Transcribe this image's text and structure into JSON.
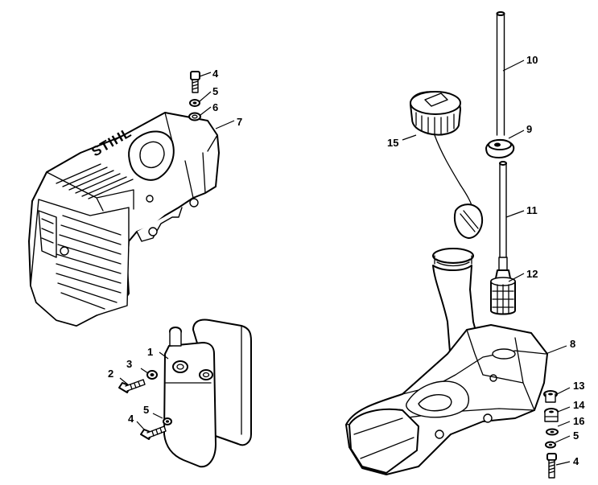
{
  "brand_text": "STIHL",
  "callouts": [
    {
      "id": "c1",
      "number": "1"
    },
    {
      "id": "c2",
      "number": "2"
    },
    {
      "id": "c3",
      "number": "3"
    },
    {
      "id": "c4a",
      "number": "4"
    },
    {
      "id": "c4b",
      "number": "4"
    },
    {
      "id": "c4c",
      "number": "4"
    },
    {
      "id": "c5a",
      "number": "5"
    },
    {
      "id": "c5b",
      "number": "5"
    },
    {
      "id": "c5c",
      "number": "5"
    },
    {
      "id": "c6",
      "number": "6"
    },
    {
      "id": "c7",
      "number": "7"
    },
    {
      "id": "c8",
      "number": "8"
    },
    {
      "id": "c9",
      "number": "9"
    },
    {
      "id": "c10",
      "number": "10"
    },
    {
      "id": "c11",
      "number": "11"
    },
    {
      "id": "c12",
      "number": "12"
    },
    {
      "id": "c13",
      "number": "13"
    },
    {
      "id": "c14",
      "number": "14"
    },
    {
      "id": "c15",
      "number": "15"
    },
    {
      "id": "c16",
      "number": "16"
    }
  ]
}
